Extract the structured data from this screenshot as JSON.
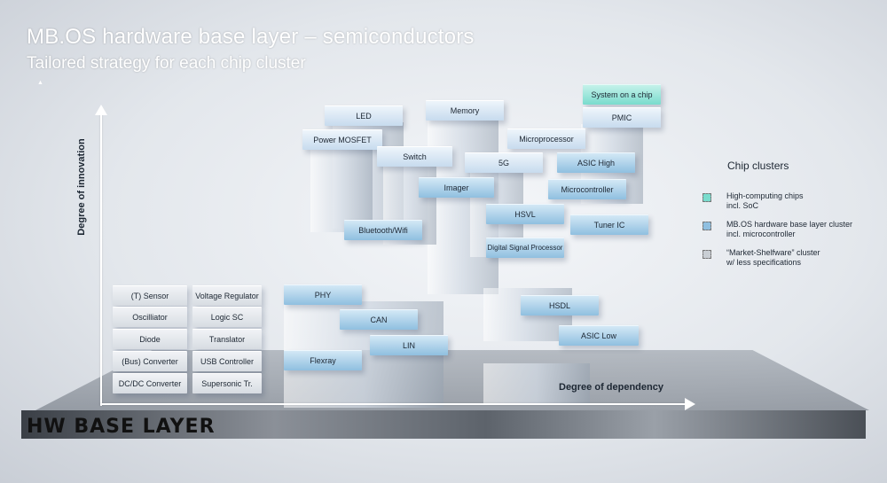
{
  "header": {
    "title": "MB.OS hardware base layer – semiconductors",
    "subtitle": "Tailored strategy for each chip cluster"
  },
  "axes": {
    "y_label": "Degree of innovation",
    "x_label": "Degree of dependency"
  },
  "base_label": "HW BASE LAYER",
  "legend": {
    "title": "Chip clusters",
    "items": [
      {
        "line1": "High-computing chips",
        "line2": "incl. SoC",
        "color": "#79dccd"
      },
      {
        "line1": "MB.OS hardware base layer cluster",
        "line2": "incl. microcontroller",
        "color": "#8fbfe0"
      },
      {
        "line1": "“Market-Shelfware” cluster",
        "line2": "w/ less specifications",
        "color": "#c9ced4"
      }
    ]
  },
  "colors": {
    "high_computing": "#79dccd",
    "base_layer": "#8fbfe0",
    "shelfware": "#d7dce2"
  },
  "chips": {
    "system_on_chip": "System on a chip",
    "pmic": "PMIC",
    "led": "LED",
    "memory": "Memory",
    "power_mosfet": "Power MOSFET",
    "microprocessor": "Microprocessor",
    "switch": "Switch",
    "g5": "5G",
    "asic_high": "ASIC High",
    "imager": "Imager",
    "microcontroller": "Microcontroller",
    "hsvl": "HSVL",
    "tuner_ic": "Tuner IC",
    "bluetooth_wifi": "Bluetooth/Wifi",
    "dsp": "Digital Signal Processor",
    "t_sensor": "(T) Sensor",
    "voltage_regulator": "Voltage Regulator",
    "oscilliator": "Oscilliator",
    "logic_sc": "Logic SC",
    "diode": "Diode",
    "translator": "Translator",
    "bus_converter": "(Bus) Converter",
    "usb_controller": "USB Controller",
    "dcdc_converter": "DC/DC Converter",
    "supersonic": "Supersonic Tr.",
    "phy": "PHY",
    "can": "CAN",
    "lin": "LIN",
    "flexray": "Flexray",
    "hsdl": "HSDL",
    "asic_low": "ASIC Low"
  }
}
